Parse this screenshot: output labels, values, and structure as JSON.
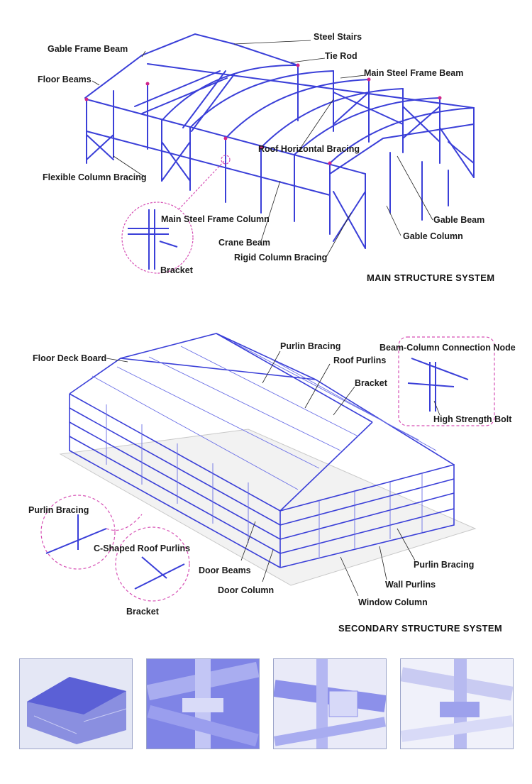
{
  "main": {
    "title": "MAIN STRUCTURE SYSTEM",
    "labels": {
      "gable_frame_beam": "Gable Frame Beam",
      "floor_beams": "Floor Beams",
      "flexible_column_bracing": "Flexible Column Bracing",
      "steel_stairs": "Steel Stairs",
      "tie_rod": "Tie Rod",
      "main_steel_frame_beam": "Main Steel Frame Beam",
      "roof_horizontal_bracing": "Roof Horizontal Bracing",
      "main_steel_frame_column": "Main Steel Frame Column",
      "crane_beam": "Crane Beam",
      "rigid_column_bracing": "Rigid Column Bracing",
      "gable_beam": "Gable Beam",
      "gable_column": "Gable Column",
      "bracket": "Bracket"
    }
  },
  "secondary": {
    "title": "SECONDARY STRUCTURE SYSTEM",
    "labels": {
      "floor_deck_board": "Floor Deck Board",
      "purlin_bracing_top": "Purlin Bracing",
      "roof_purlins": "Roof Purlins",
      "bracket_top": "Bracket",
      "beam_column_connection_node": "Beam-Column Connection Node",
      "high_strength_bolt": "High Strength Bolt",
      "purlin_bracing_left": "Purlin Bracing",
      "c_shaped_roof_purlins": "C-Shaped Roof Purlins",
      "bracket_bottom": "Bracket",
      "door_beams": "Door Beams",
      "door_column": "Door Column",
      "purlin_bracing_right": "Purlin Bracing",
      "wall_purlins": "Wall Purlins",
      "window_column": "Window Column"
    }
  },
  "colors": {
    "steel": "#3a3fd8",
    "steel_light": "#8d92ee",
    "joint": "#d0258a",
    "callout": "#d64fb4"
  },
  "thumbnails": [
    {
      "name": "building-render"
    },
    {
      "name": "column-node-render"
    },
    {
      "name": "beam-plate-render"
    },
    {
      "name": "frame-connection-render"
    }
  ]
}
